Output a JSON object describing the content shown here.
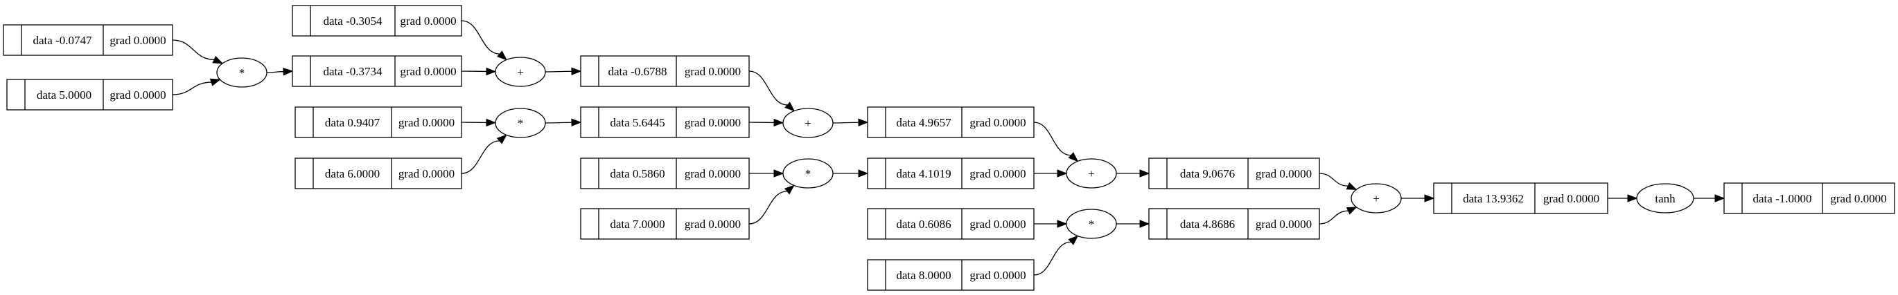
{
  "graph": {
    "values": [
      {
        "id": "v1",
        "data": "data -0.0747",
        "grad": "grad 0.0000"
      },
      {
        "id": "v2",
        "data": "data 5.0000",
        "grad": "grad 0.0000"
      },
      {
        "id": "v3",
        "data": "data -0.3054",
        "grad": "grad 0.0000"
      },
      {
        "id": "v4",
        "data": "data -0.3734",
        "grad": "grad 0.0000"
      },
      {
        "id": "v5",
        "data": "data 0.9407",
        "grad": "grad 0.0000"
      },
      {
        "id": "v6",
        "data": "data 6.0000",
        "grad": "grad 0.0000"
      },
      {
        "id": "v7",
        "data": "data -0.6788",
        "grad": "grad 0.0000"
      },
      {
        "id": "v8",
        "data": "data 5.6445",
        "grad": "grad 0.0000"
      },
      {
        "id": "v9",
        "data": "data 0.5860",
        "grad": "grad 0.0000"
      },
      {
        "id": "v10",
        "data": "data 7.0000",
        "grad": "grad 0.0000"
      },
      {
        "id": "v11",
        "data": "data 4.9657",
        "grad": "grad 0.0000"
      },
      {
        "id": "v12",
        "data": "data 4.1019",
        "grad": "grad 0.0000"
      },
      {
        "id": "v13",
        "data": "data 0.6086",
        "grad": "grad 0.0000"
      },
      {
        "id": "v14",
        "data": "data 8.0000",
        "grad": "grad 0.0000"
      },
      {
        "id": "v15",
        "data": "data 9.0676",
        "grad": "grad 0.0000"
      },
      {
        "id": "v16",
        "data": "data 4.8686",
        "grad": "grad 0.0000"
      },
      {
        "id": "v17",
        "data": "data 13.9362",
        "grad": "grad 0.0000"
      },
      {
        "id": "v18",
        "data": "data -1.0000",
        "grad": "grad 0.0000"
      }
    ],
    "ops": [
      {
        "id": "op1",
        "label": "*"
      },
      {
        "id": "op2",
        "label": "+"
      },
      {
        "id": "op3",
        "label": "*"
      },
      {
        "id": "op4",
        "label": "+"
      },
      {
        "id": "op5",
        "label": "*"
      },
      {
        "id": "op6",
        "label": "+"
      },
      {
        "id": "op7",
        "label": "*"
      },
      {
        "id": "op8",
        "label": "+"
      },
      {
        "id": "op9",
        "label": "tanh"
      }
    ],
    "edges": [
      [
        "v1",
        "op1"
      ],
      [
        "v2",
        "op1"
      ],
      [
        "op1",
        "v4"
      ],
      [
        "v3",
        "op2"
      ],
      [
        "v4",
        "op2"
      ],
      [
        "op2",
        "v7"
      ],
      [
        "v5",
        "op3"
      ],
      [
        "v6",
        "op3"
      ],
      [
        "op3",
        "v8"
      ],
      [
        "v7",
        "op4"
      ],
      [
        "v8",
        "op4"
      ],
      [
        "op4",
        "v11"
      ],
      [
        "v9",
        "op5"
      ],
      [
        "v10",
        "op5"
      ],
      [
        "op5",
        "v12"
      ],
      [
        "v11",
        "op6"
      ],
      [
        "v12",
        "op6"
      ],
      [
        "op6",
        "v15"
      ],
      [
        "v13",
        "op7"
      ],
      [
        "v14",
        "op7"
      ],
      [
        "op7",
        "v16"
      ],
      [
        "v15",
        "op8"
      ],
      [
        "v16",
        "op8"
      ],
      [
        "op8",
        "v17"
      ],
      [
        "v17",
        "op9"
      ],
      [
        "op9",
        "v18"
      ]
    ]
  }
}
